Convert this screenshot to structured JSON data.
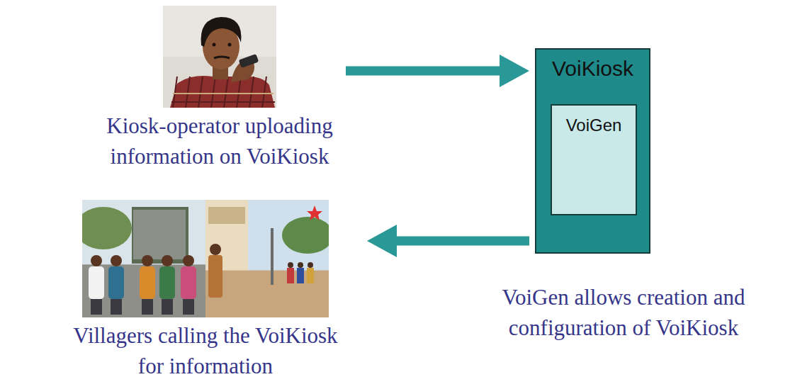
{
  "diagram": {
    "nodes": [
      {
        "text": [
          "Kiosk-operator uploading information on VoiKiosk"
        ]
      },
      {
        "text": [
          "VoiKiosk"
        ]
      },
      {
        "text": [
          "VoiGen"
        ],
        "in": 1
      },
      {
        "text": [
          "Villagers calling the VoiKiosk for information"
        ]
      }
    ],
    "edges": [
      {
        "from": 0,
        "to": 1,
        "arrow": "to"
      },
      {
        "from": 1,
        "to": 3,
        "arrow": "to"
      }
    ],
    "labels": [
      "VoiGen allows creation and configuration of VoiKiosk"
    ]
  }
}
